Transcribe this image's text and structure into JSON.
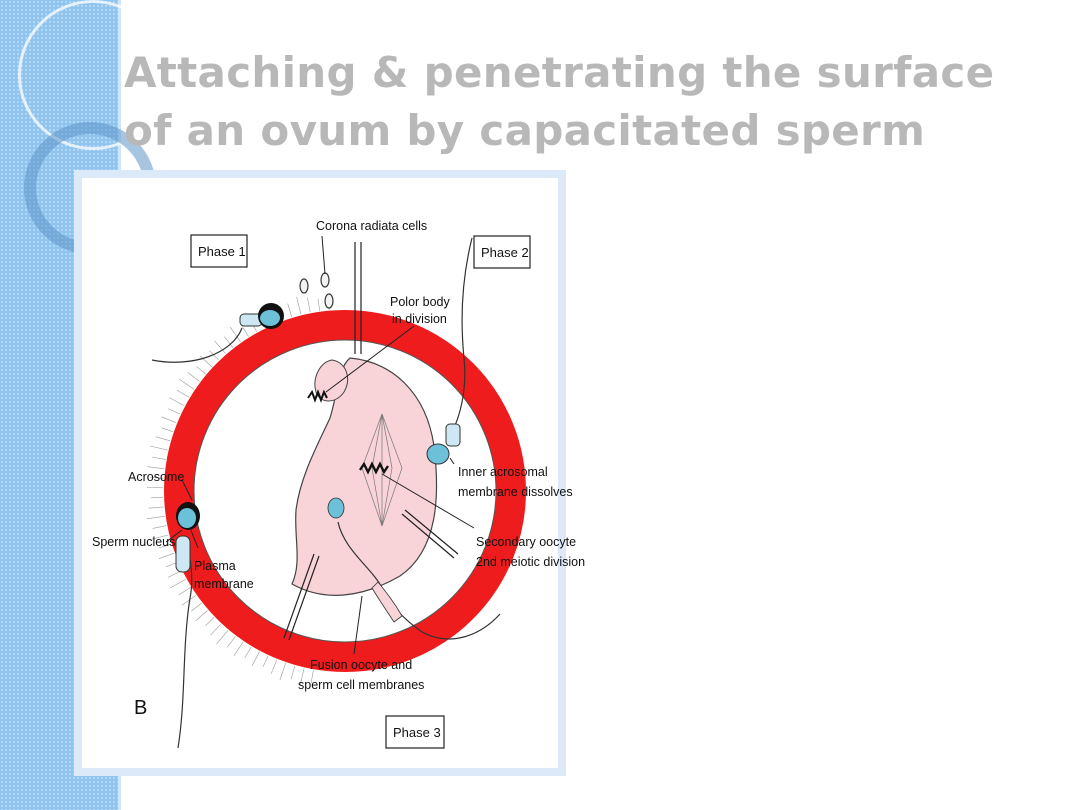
{
  "slide": {
    "title": "Attaching & penetrating the surface of an ovum by capacitated sperm"
  },
  "figure": {
    "phases": {
      "phase_1": "Phase 1",
      "phase_2": "Phase 2",
      "phase_3": "Phase 3"
    },
    "panel_letter": "B",
    "labels": {
      "corona_radiata": "Corona radiata cells",
      "polar_body_line1": "Polor body",
      "polar_body_line2": "in division",
      "inner_acrosomal_line1": "Inner acrosomal",
      "inner_acrosomal_line2": "membrane dissolves",
      "secondary_oocyte_line1": "Secondary oocyte",
      "secondary_oocyte_line2": "2nd meiotic division",
      "acrosome": "Acrosome",
      "sperm_nucleus": "Sperm nucleus",
      "plasma_line1": "Plasma",
      "plasma_line2": "membrane",
      "fusion_line1": "Fusion oocyte and",
      "fusion_line2": "sperm cell membranes"
    },
    "colors": {
      "zona_pellucida": "#ee1c1c",
      "oocyte": "#f8d3d8",
      "sperm_head": "#6cc0d8",
      "side_band": "#8fc4ee"
    }
  }
}
